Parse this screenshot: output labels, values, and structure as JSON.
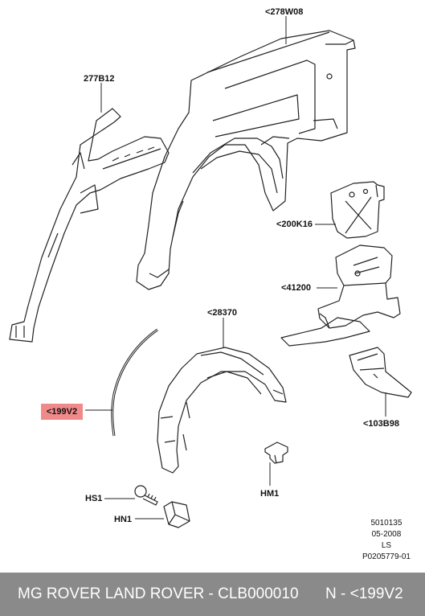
{
  "labels": {
    "roof_panel": "<278W08",
    "pillar": "277B12",
    "bracket": "<200K16",
    "crossmember": "<41200",
    "wheelhouse_liner": "<28370",
    "moulding": "<199V2",
    "gusset": "<103B98",
    "screw": "HS1",
    "nut": "HN1",
    "clip": "HM1"
  },
  "meta": {
    "line1": "5010135",
    "line2": "05-2008",
    "line3": "LS",
    "line4": "P0205779-01"
  },
  "footer": {
    "title": "MG ROVER LAND ROVER - CLB000010",
    "part": "N - <199V2"
  },
  "colors": {
    "highlight": "#f08a8a",
    "footer_bg": "#8a8a8a"
  }
}
